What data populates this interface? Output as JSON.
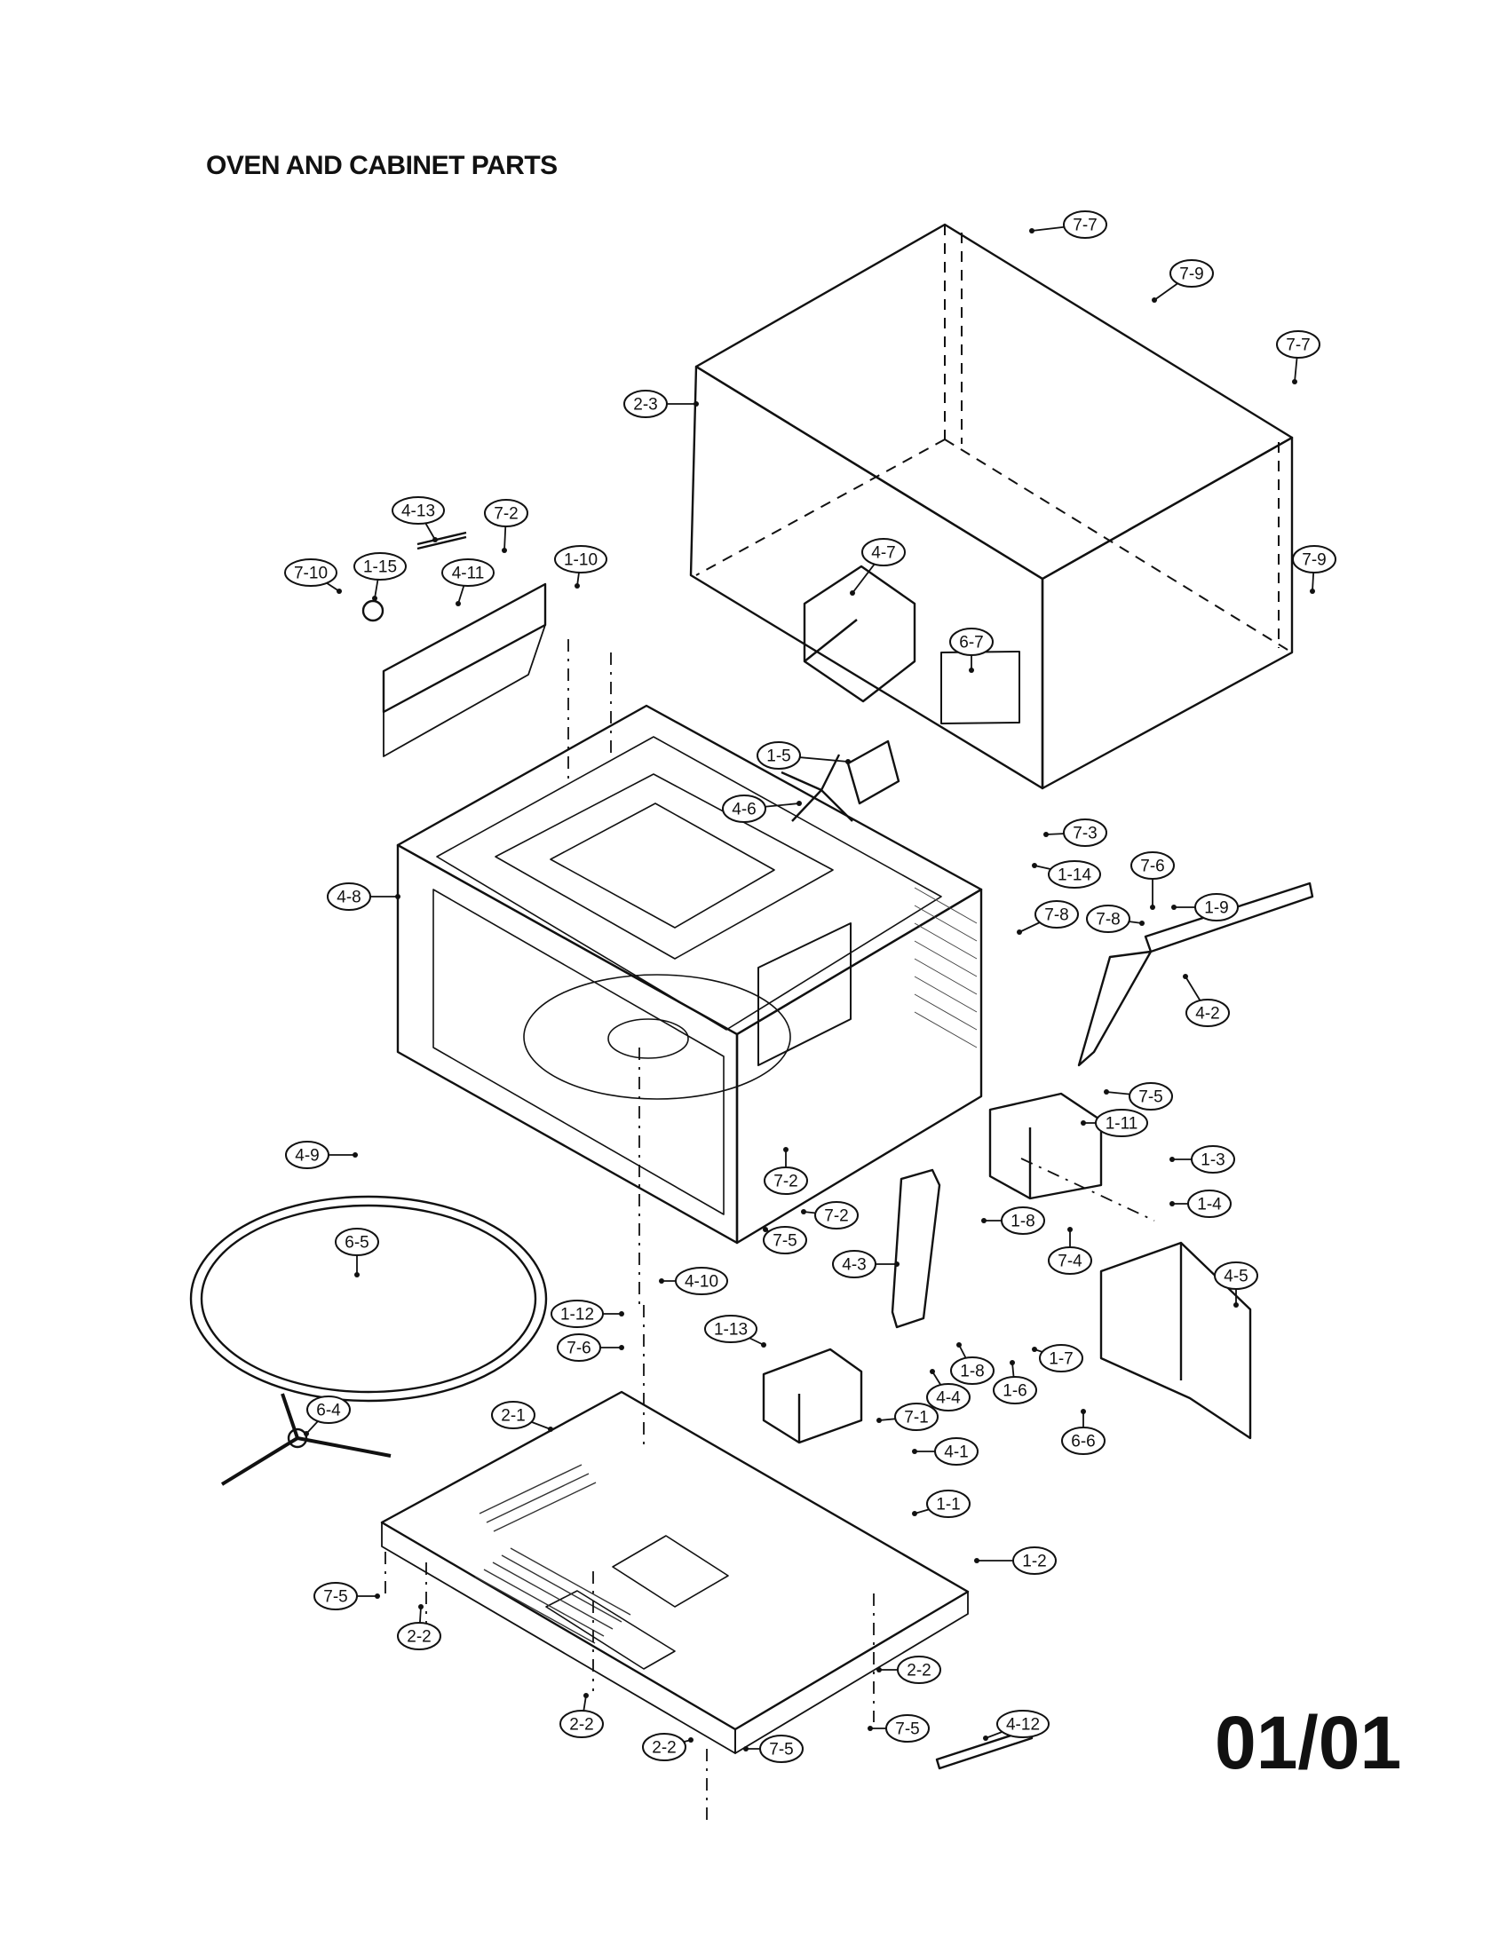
{
  "page": {
    "title": "OVEN AND CABINET PARTS",
    "page_number": "01/01"
  },
  "callouts": [
    {
      "id": "7-7a",
      "text": "7-7"
    },
    {
      "id": "7-9a",
      "text": "7-9"
    },
    {
      "id": "7-7b",
      "text": "7-7"
    },
    {
      "id": "2-3",
      "text": "2-3"
    },
    {
      "id": "7-9b",
      "text": "7-9"
    },
    {
      "id": "4-13",
      "text": "4-13"
    },
    {
      "id": "7-2a",
      "text": "7-2"
    },
    {
      "id": "7-10",
      "text": "7-10"
    },
    {
      "id": "1-15",
      "text": "1-15"
    },
    {
      "id": "4-11",
      "text": "4-11"
    },
    {
      "id": "1-10",
      "text": "1-10"
    },
    {
      "id": "4-7",
      "text": "4-7"
    },
    {
      "id": "6-7",
      "text": "6-7"
    },
    {
      "id": "1-5",
      "text": "1-5"
    },
    {
      "id": "4-6",
      "text": "4-6"
    },
    {
      "id": "7-3",
      "text": "7-3"
    },
    {
      "id": "1-14",
      "text": "1-14"
    },
    {
      "id": "7-6a",
      "text": "7-6"
    },
    {
      "id": "7-8a",
      "text": "7-8"
    },
    {
      "id": "1-9",
      "text": "1-9"
    },
    {
      "id": "4-8",
      "text": "4-8"
    },
    {
      "id": "7-8b",
      "text": "7-8"
    },
    {
      "id": "4-2",
      "text": "4-2"
    },
    {
      "id": "7-5a",
      "text": "7-5"
    },
    {
      "id": "1-11",
      "text": "1-11"
    },
    {
      "id": "4-9",
      "text": "4-9"
    },
    {
      "id": "1-3",
      "text": "1-3"
    },
    {
      "id": "7-2b",
      "text": "7-2"
    },
    {
      "id": "1-4",
      "text": "1-4"
    },
    {
      "id": "7-2c",
      "text": "7-2"
    },
    {
      "id": "6-5",
      "text": "6-5"
    },
    {
      "id": "7-5b",
      "text": "7-5"
    },
    {
      "id": "1-8a",
      "text": "1-8"
    },
    {
      "id": "4-3",
      "text": "4-3"
    },
    {
      "id": "7-4",
      "text": "7-4"
    },
    {
      "id": "4-10",
      "text": "4-10"
    },
    {
      "id": "4-5",
      "text": "4-5"
    },
    {
      "id": "1-12",
      "text": "1-12"
    },
    {
      "id": "1-13",
      "text": "1-13"
    },
    {
      "id": "7-6b",
      "text": "7-6"
    },
    {
      "id": "1-8b",
      "text": "1-8"
    },
    {
      "id": "1-7",
      "text": "1-7"
    },
    {
      "id": "4-4",
      "text": "4-4"
    },
    {
      "id": "1-6",
      "text": "1-6"
    },
    {
      "id": "2-1",
      "text": "2-1"
    },
    {
      "id": "6-4",
      "text": "6-4"
    },
    {
      "id": "7-1",
      "text": "7-1"
    },
    {
      "id": "6-6",
      "text": "6-6"
    },
    {
      "id": "4-1",
      "text": "4-1"
    },
    {
      "id": "1-1",
      "text": "1-1"
    },
    {
      "id": "1-2",
      "text": "1-2"
    },
    {
      "id": "7-5c",
      "text": "7-5"
    },
    {
      "id": "2-2a",
      "text": "2-2"
    },
    {
      "id": "2-2b",
      "text": "2-2"
    },
    {
      "id": "2-2c",
      "text": "2-2"
    },
    {
      "id": "2-2d",
      "text": "2-2"
    },
    {
      "id": "7-5d",
      "text": "7-5"
    },
    {
      "id": "7-5e",
      "text": "7-5"
    },
    {
      "id": "4-12",
      "text": "4-12"
    }
  ]
}
